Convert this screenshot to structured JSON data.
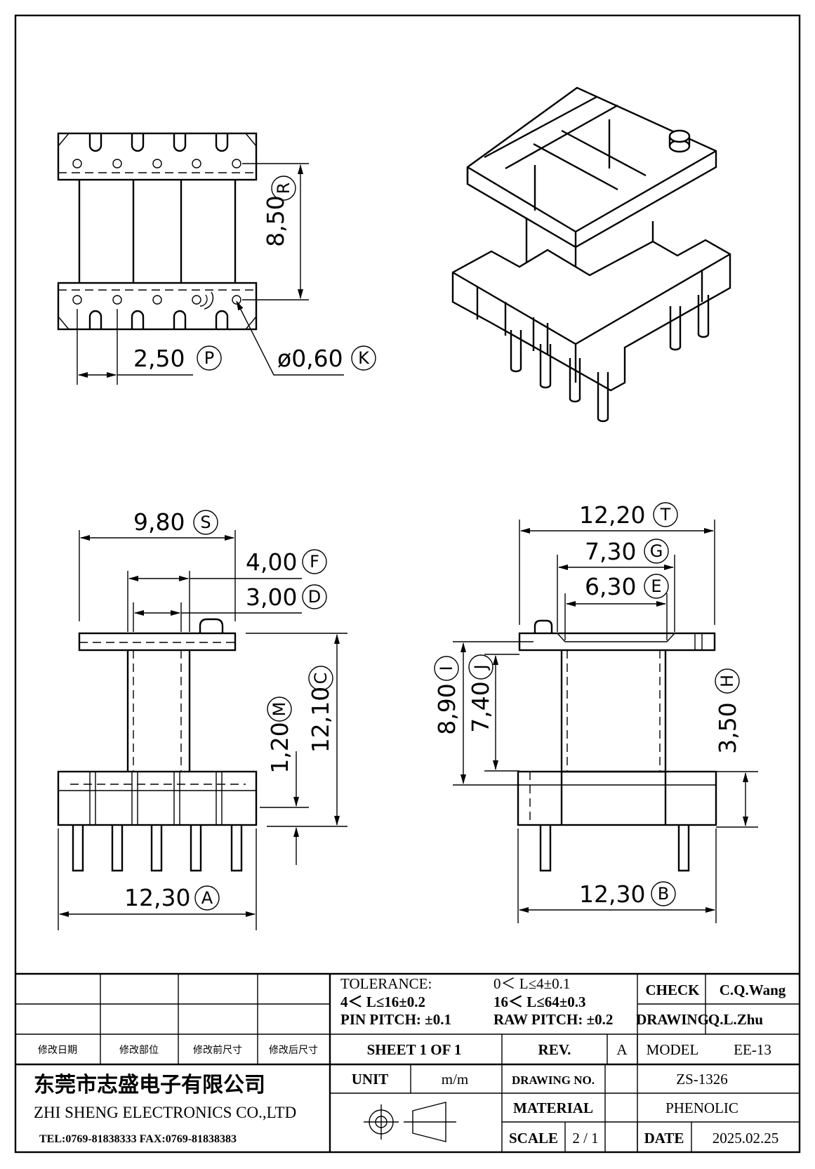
{
  "dimensions": {
    "R": {
      "value": "8,50",
      "tag": "R"
    },
    "P": {
      "value": "2,50",
      "tag": "P"
    },
    "K": {
      "value": "ø0,60",
      "tag": "K"
    },
    "S": {
      "value": "9,80",
      "tag": "S"
    },
    "F": {
      "value": "4,00",
      "tag": "F"
    },
    "D": {
      "value": "3,00",
      "tag": "D"
    },
    "C": {
      "value": "12,10",
      "tag": "C"
    },
    "M": {
      "value": "1,20",
      "tag": "M"
    },
    "A": {
      "value": "12,30",
      "tag": "A"
    },
    "T": {
      "value": "12,20",
      "tag": "T"
    },
    "G": {
      "value": "7,30",
      "tag": "G"
    },
    "E": {
      "value": "6,30",
      "tag": "E"
    },
    "I": {
      "value": "8,90",
      "tag": "I"
    },
    "J": {
      "value": "7,40",
      "tag": "J"
    },
    "H": {
      "value": "3,50",
      "tag": "H"
    },
    "B": {
      "value": "12,30",
      "tag": "B"
    }
  },
  "title_block": {
    "revision_headers": [
      "修改日期",
      "修改部位",
      "修改前尺寸",
      "修改后尺寸"
    ],
    "tolerance": {
      "label": "TOLERANCE:",
      "line1": "0＜ L≤4±0.1",
      "line2a": "4＜ L≤16±0.2",
      "line2b": "16＜ L≤64±0.3",
      "pin_pitch": "PIN PITCH: ±0.1",
      "raw_pitch": "RAW PITCH: ±0.2"
    },
    "check_label": "CHECK",
    "check_value": "C.Q.Wang",
    "drawing_label": "DRAWING",
    "drawing_value": "Q.L.Zhu",
    "sheet": "SHEET 1 OF 1",
    "rev_label": "REV.",
    "rev_value": "A",
    "model_label": "MODEL",
    "model_value": "EE-13",
    "company_cn": "东莞市志盛电子有限公司",
    "company_en": "ZHI SHENG ELECTRONICS CO.,LTD",
    "contact": "TEL:0769-81838333 FAX:0769-81838383",
    "unit_label": "UNIT",
    "unit_value": "m/m",
    "drawing_no_label": "DRAWING NO.",
    "drawing_no_value": "ZS-1326",
    "material_label": "MATERIAL",
    "material_value": "PHENOLIC",
    "scale_label": "SCALE",
    "scale_value": "2 / 1",
    "date_label": "DATE",
    "date_value": "2025.02.25"
  }
}
